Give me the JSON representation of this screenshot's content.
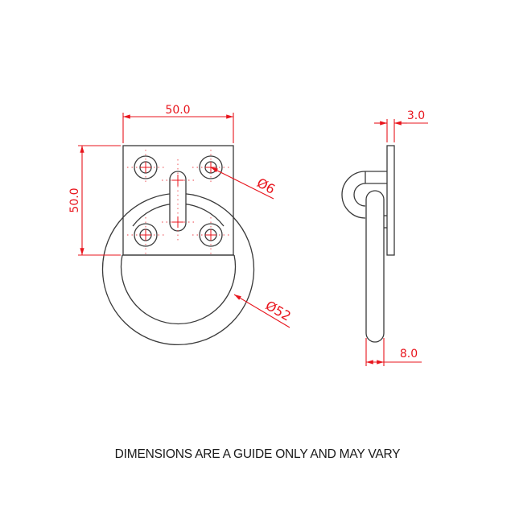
{
  "drawing": {
    "type": "technical-drawing",
    "subject": "ring on square plate",
    "colors": {
      "outline": "#3a3a3a",
      "dimension": "#e8141c",
      "background": "#ffffff"
    },
    "front_view": {
      "width_label": "50.0",
      "height_label": "50.0",
      "hole_diameter_label": "Ø6",
      "ring_diameter_label": "Ø52"
    },
    "side_view": {
      "plate_thickness_label": "3.0",
      "ring_thickness_label": "8.0"
    },
    "note": "DIMENSIONS ARE A GUIDE ONLY AND MAY VARY"
  }
}
